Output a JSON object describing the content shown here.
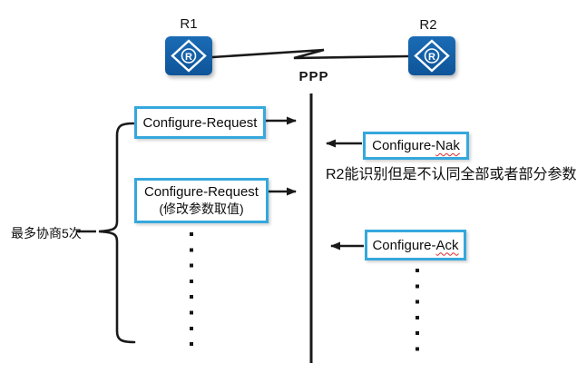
{
  "colors": {
    "accent": "#35a8dc",
    "router_blue": "#1a6cb5",
    "underline_red": "#e02b2b",
    "line_black": "#1a1a1a"
  },
  "topology": {
    "router1_label": "R1",
    "router2_label": "R2",
    "router_symbol": "R",
    "link_label": "PPP"
  },
  "sequence": {
    "annotation_max_attempts": "最多协商5次",
    "request1_label": "Configure-Request",
    "request2_line1": "Configure-Request",
    "request2_line2": "(修改参数取值)",
    "nak_prefix": "Configure-",
    "nak_suffix": "Nak",
    "ack_prefix": "Configure-",
    "ack_suffix": "Ack",
    "nak_note": "R2能识别但是不认同全部或者部分参数"
  }
}
